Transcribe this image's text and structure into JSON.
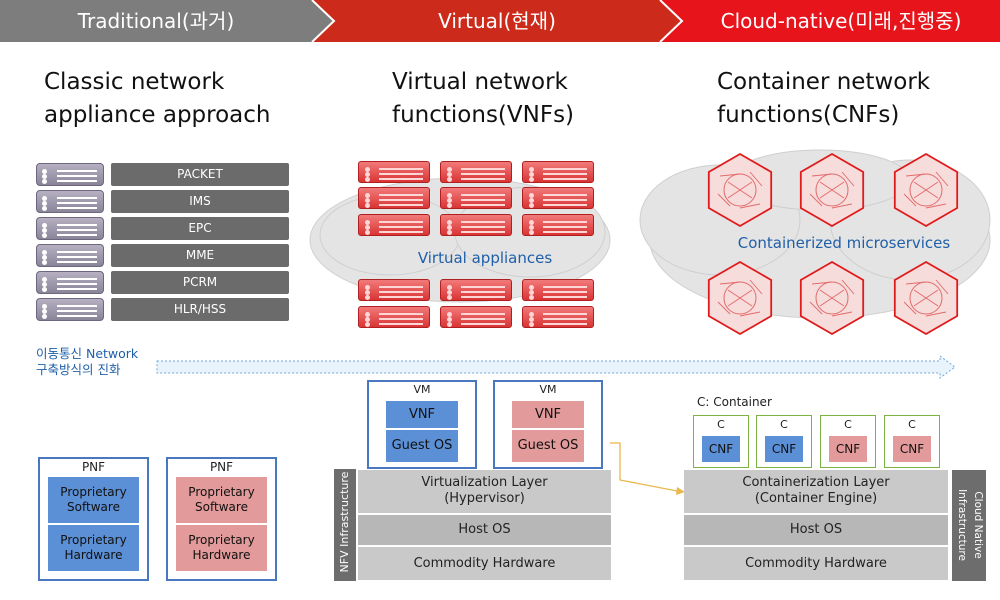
{
  "header": {
    "stage1": "Traditional(과거)",
    "stage2": "Virtual(현재)",
    "stage3": "Cloud-native(미래,진행중)"
  },
  "columns": {
    "col1_title": [
      "Classic network",
      "appliance approach"
    ],
    "col2_title": [
      "Virtual network",
      "functions(VNFs)"
    ],
    "col3_title": [
      "Container network",
      "functions(CNFs)"
    ]
  },
  "appliances": [
    "PACKET",
    "IMS",
    "EPC",
    "MME",
    "PCRM",
    "HLR/HSS"
  ],
  "cloud_labels": {
    "virtual": "Virtual appliances",
    "container": "Containerized microservices"
  },
  "evolution_label": [
    "이동통신 Network",
    "구축방식의 진화"
  ],
  "pnf_boxes": [
    {
      "title": "PNF",
      "software": "Proprietary\nSoftware",
      "hardware": "Proprietary\nHardware",
      "color": "#5b8fd6"
    },
    {
      "title": "PNF",
      "software": "Proprietary\nSoftware",
      "hardware": "Proprietary\nHardware",
      "color": "#e39a9a"
    }
  ],
  "vm_boxes": [
    {
      "title": "VM",
      "vnf": "VNF",
      "os": "Guest OS",
      "color": "#5b8fd6"
    },
    {
      "title": "VM",
      "vnf": "VNF",
      "os": "Guest OS",
      "color": "#e39a9a"
    }
  ],
  "nfv_stack": {
    "side_label": "NFV Infrastructure",
    "layer1": [
      "Virtualization Layer",
      "(Hypervisor)"
    ],
    "layer2": "Host OS",
    "layer3": "Commodity Hardware"
  },
  "cnf_stack": {
    "legend": "C: Container",
    "containers": [
      {
        "c": "C",
        "cnf": "CNF",
        "color": "#5b8fd6"
      },
      {
        "c": "C",
        "cnf": "CNF",
        "color": "#5b8fd6"
      },
      {
        "c": "C",
        "cnf": "CNF",
        "color": "#e39a9a"
      },
      {
        "c": "C",
        "cnf": "CNF",
        "color": "#e39a9a"
      }
    ],
    "layer1": [
      "Containerization Layer",
      "(Container Engine)"
    ],
    "layer2": "Host OS",
    "layer3": "Commodity Hardware",
    "side_label": [
      "Cloud Native",
      "Infrastructure"
    ]
  },
  "colors": {
    "header1": "#7d7d7d",
    "header2": "#cc2a1a",
    "header3": "#e8141c",
    "blue_text": "#1f5fa8"
  }
}
